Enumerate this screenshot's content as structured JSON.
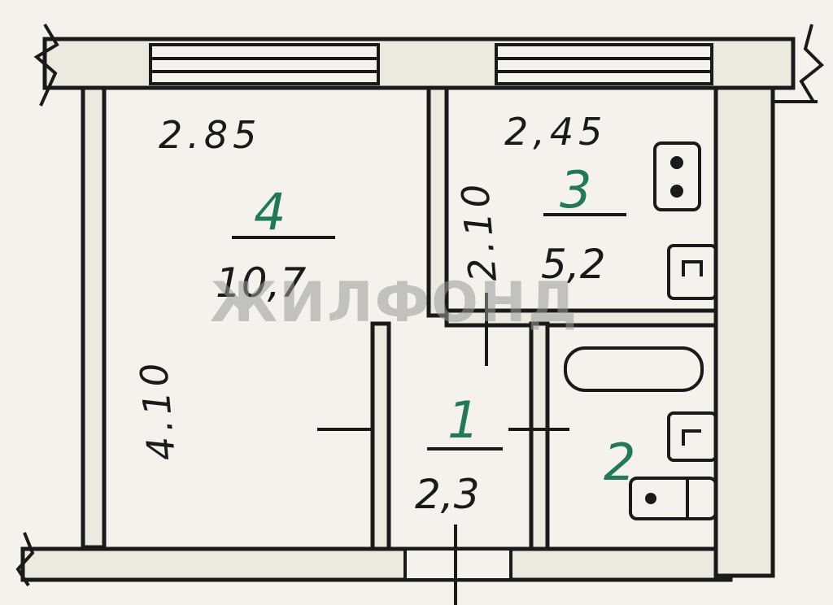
{
  "watermark": "ЖИЛФОНД",
  "rooms": [
    {
      "id": "4",
      "number": "4",
      "area": "10,7"
    },
    {
      "id": "3",
      "number": "3",
      "area": "5,2"
    },
    {
      "id": "1",
      "number": "1",
      "area": "2,3"
    },
    {
      "id": "2",
      "number": "2"
    }
  ],
  "dimensions": {
    "room4_width": "2.85",
    "room4_length": "4.10",
    "room3_width": "2,45",
    "room3_length": "2.10"
  },
  "colors": {
    "paper": "#f4f2ea",
    "ink": "#1a1a1a",
    "room_number": "#1f7a55"
  }
}
